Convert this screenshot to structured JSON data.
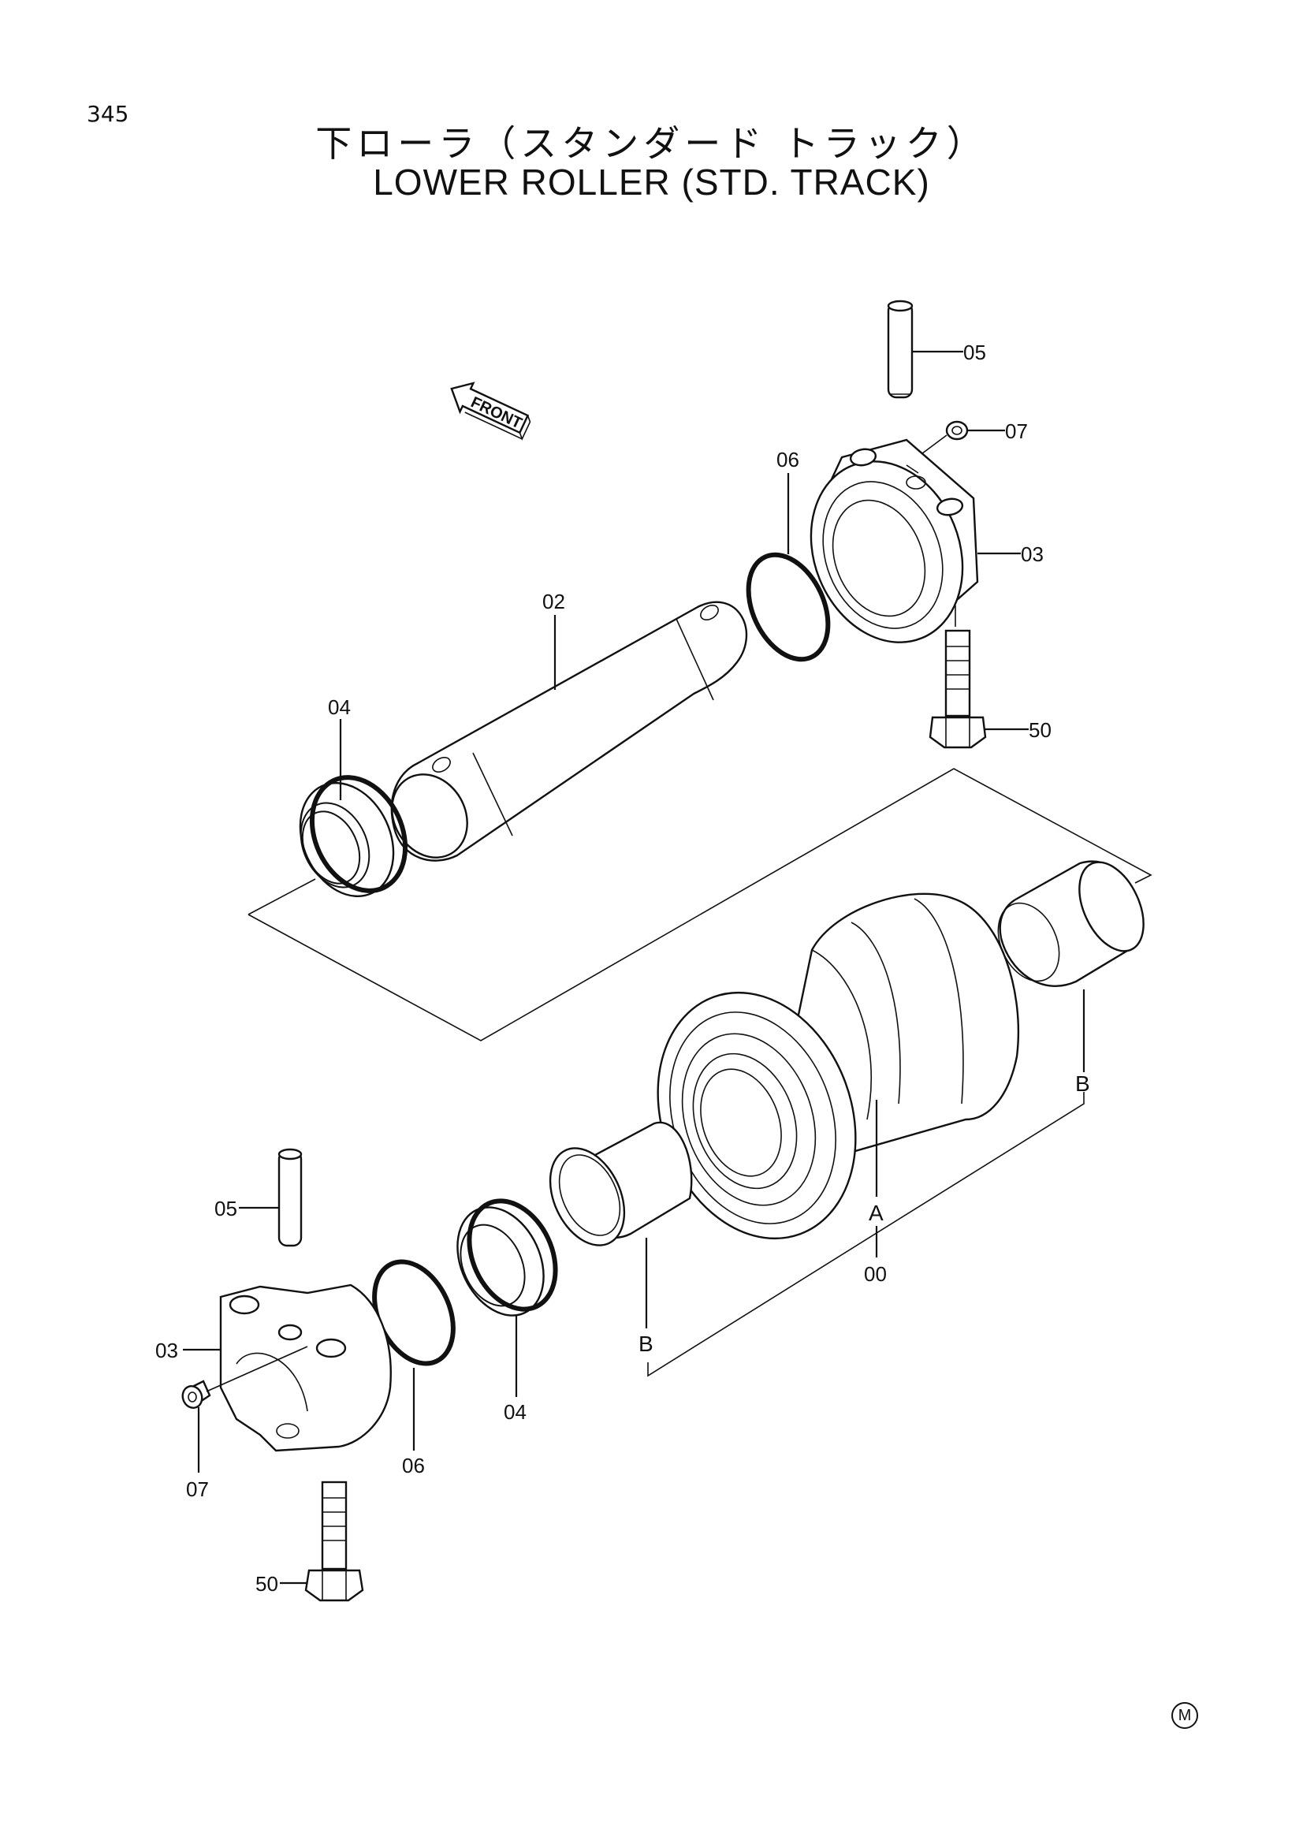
{
  "page": {
    "number": "345",
    "title_jp": "下ローラ（スタンダード トラック）",
    "title_en": "LOWER ROLLER (STD. TRACK)",
    "corner_mark": "M"
  },
  "direction_arrow": {
    "label": "FRONT"
  },
  "callouts": {
    "p05_top": "05",
    "p07_top": "07",
    "p06_top": "06",
    "p03_top": "03",
    "p02": "02",
    "p50_top": "50",
    "p04_top": "04",
    "ref_B_right": "B",
    "ref_A": "A",
    "p00": "00",
    "ref_B_left": "B",
    "p05_bottom": "05",
    "p03_bottom": "03",
    "p07_bottom": "07",
    "p06_bottom": "06",
    "p04_bottom": "04",
    "p50_bottom": "50"
  }
}
